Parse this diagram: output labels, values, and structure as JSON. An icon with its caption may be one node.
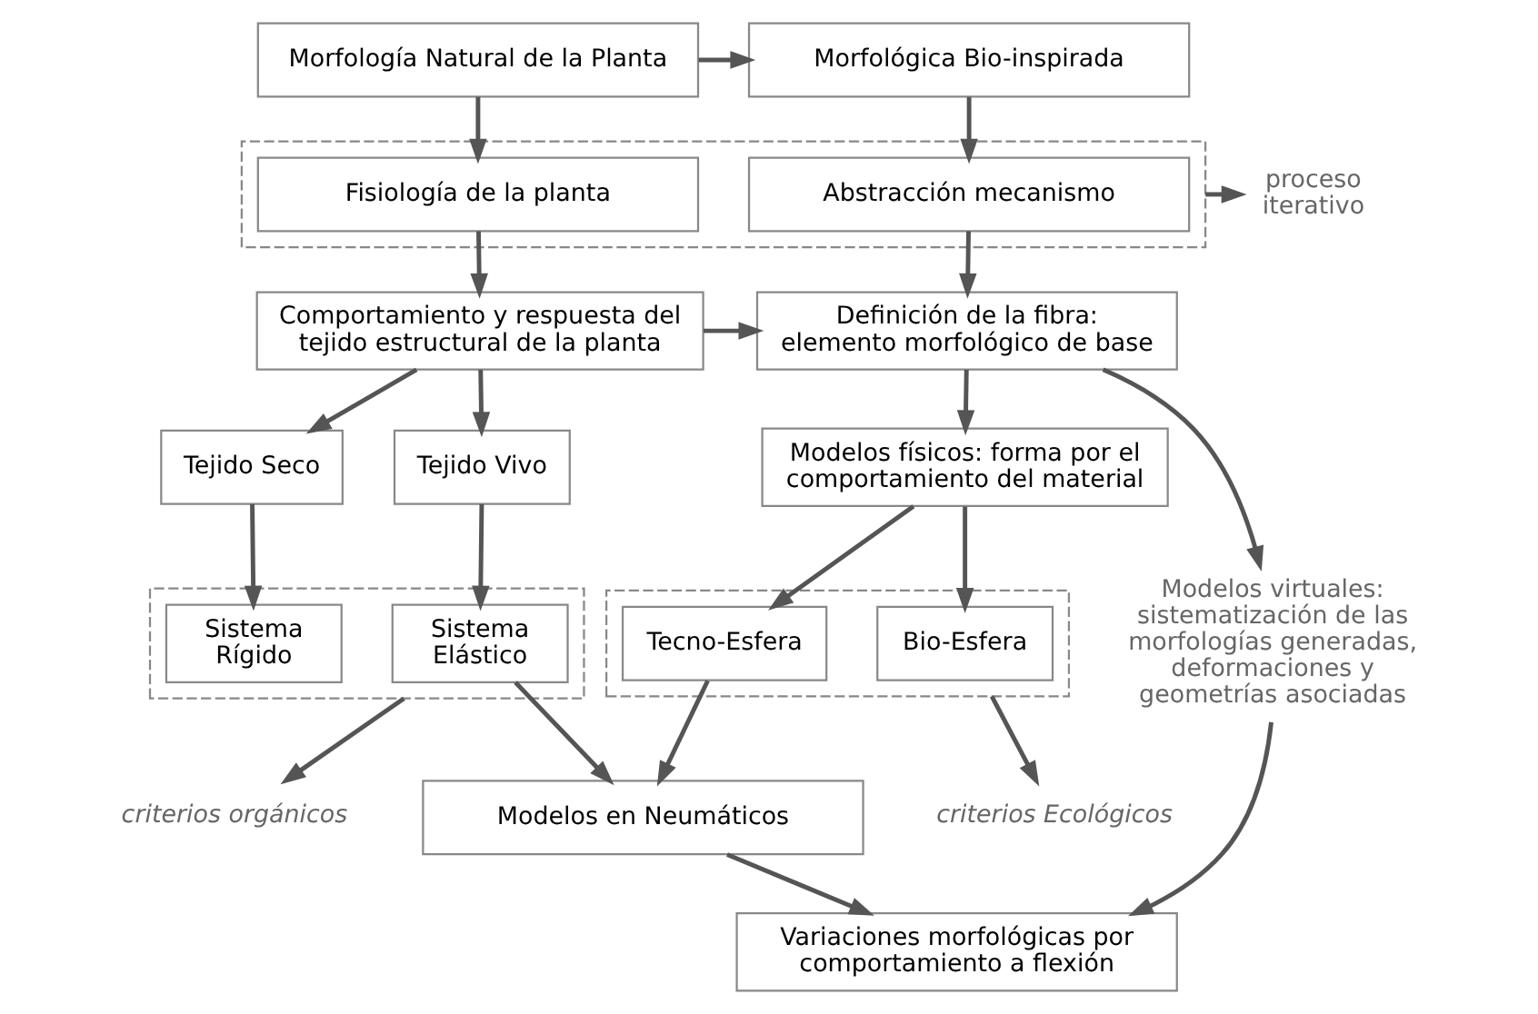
{
  "diagram": {
    "nodes": [
      {
        "text": [
          "Morfología Natural de la Planta"
        ]
      },
      {
        "text": [
          "Morfológica Bio-inspirada"
        ]
      },
      {
        "text": [],
        "shape": "box"
      },
      {
        "text": [
          "Fisiología de la planta"
        ],
        "in": 2
      },
      {
        "text": [
          "Abstracción mecanismo"
        ],
        "in": 2
      },
      {
        "text": [
          "proceso iterativo"
        ]
      },
      {
        "text": [
          "Comportamiento y respuesta del tejido estructural de la planta"
        ]
      },
      {
        "text": [
          "Definición de la fibra: elemento morfológico de base"
        ]
      },
      {
        "text": [
          "Tejido Seco"
        ]
      },
      {
        "text": [
          "Tejido Vivo"
        ]
      },
      {
        "text": [],
        "shape": "box"
      },
      {
        "text": [
          "Sistema Rígido"
        ],
        "in": 10
      },
      {
        "text": [
          "Sistema Elástico"
        ],
        "in": 10
      },
      {
        "text": [
          "criterios orgánicos"
        ]
      },
      {
        "text": [
          "Modelos físicos: forma por el comportamiento del material"
        ]
      },
      {
        "text": [
          "Modelos virtuales: sistematización de las morfologías generadas, deformaciones y geometrías asociadas"
        ]
      },
      {
        "text": [],
        "shape": "box"
      },
      {
        "text": [
          "Tecno-Esfera"
        ],
        "in": 16
      },
      {
        "text": [
          "Bio-Esfera"
        ],
        "in": 16
      },
      {
        "text": [
          "criterios Ecológicos"
        ]
      },
      {
        "text": [
          "Modelos en Neumáticos"
        ]
      },
      {
        "text": [
          "Variaciones morfológicas por comportamiento a flexión"
        ]
      }
    ],
    "edges": [
      {
        "from": 0,
        "to": 1,
        "arrow": "to"
      },
      {
        "from": 0,
        "to": 3,
        "arrow": "to"
      },
      {
        "from": 1,
        "to": 4,
        "arrow": "to"
      },
      {
        "from": 2,
        "to": 5,
        "arrow": "to"
      },
      {
        "from": 3,
        "to": 6,
        "arrow": "to"
      },
      {
        "from": 4,
        "to": 7,
        "arrow": "to"
      },
      {
        "from": 6,
        "to": 7,
        "arrow": "to"
      },
      {
        "from": 6,
        "to": 8,
        "arrow": "to"
      },
      {
        "from": 6,
        "to": 9,
        "arrow": "to"
      },
      {
        "from": 7,
        "to": 14,
        "arrow": "to"
      },
      {
        "from": 7,
        "to": 15,
        "arrow": "to"
      },
      {
        "from": 8,
        "to": 11,
        "arrow": "to"
      },
      {
        "from": 9,
        "to": 12,
        "arrow": "to"
      },
      {
        "from": 10,
        "to": 13,
        "arrow": "to"
      },
      {
        "from": 14,
        "to": 17,
        "arrow": "to"
      },
      {
        "from": 14,
        "to": 18,
        "arrow": "to"
      },
      {
        "from": 16,
        "to": 19,
        "arrow": "to"
      },
      {
        "from": 12,
        "to": 20,
        "arrow": "to"
      },
      {
        "from": 17,
        "to": 20,
        "arrow": "to"
      },
      {
        "from": 20,
        "to": 21,
        "arrow": "to"
      },
      {
        "from": 15,
        "to": 21,
        "arrow": "to"
      }
    ]
  }
}
